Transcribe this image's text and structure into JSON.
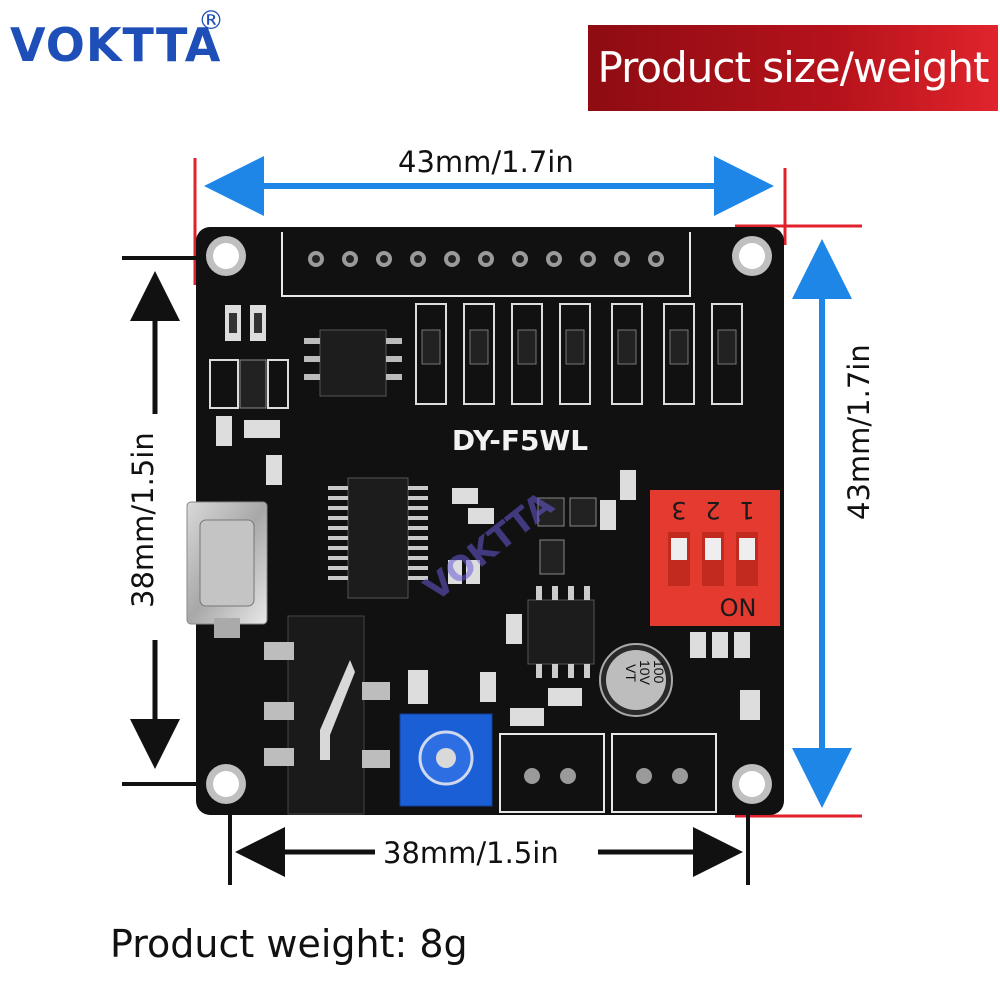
{
  "brand": {
    "name": "VOKTTA",
    "registered": "®"
  },
  "banner": {
    "title": "Product size/weight"
  },
  "dimensions": {
    "top_width": "43mm/1.7in",
    "right_height": "43mm/1.7in",
    "left_height": "38mm/1.5in",
    "bottom_width": "38mm/1.5in"
  },
  "board": {
    "model": "DY-F5WL",
    "watermark": "VOKTTA",
    "dip_switch": {
      "positions": [
        "3",
        "2",
        "1"
      ],
      "on_label": "ON"
    },
    "capacitor": {
      "line1": "100",
      "line2": "10V",
      "line3": "VT"
    },
    "colors": {
      "pcb": "#111111",
      "dip": "#e53a30",
      "pot": "#1b5fd6",
      "accent_blue": "#1e86e6",
      "accent_red": "#e0202a"
    }
  },
  "weight": {
    "text": "Product weight: 8g"
  }
}
